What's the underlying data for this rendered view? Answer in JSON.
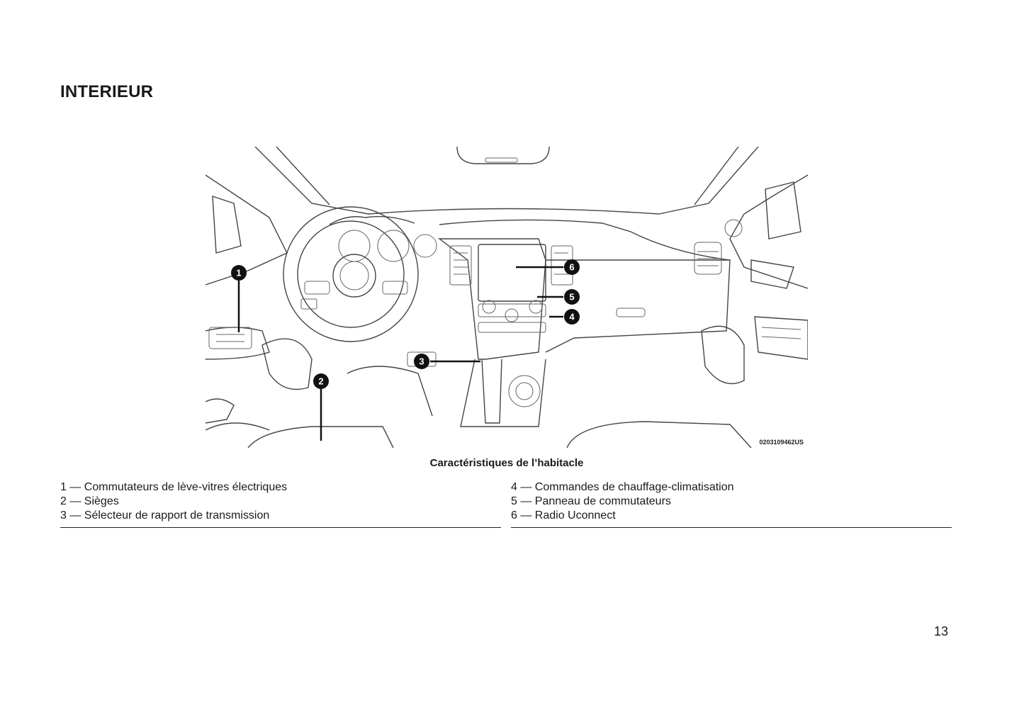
{
  "title": "INTERIEUR",
  "figure": {
    "code": "0203109462US",
    "caption": "Caractéristiques de l’habitacle",
    "callouts": [
      "1",
      "2",
      "3",
      "4",
      "5",
      "6"
    ]
  },
  "legend": {
    "left": [
      "1 — Commutateurs de lève-vitres électriques",
      "2 — Sièges",
      "3 — Sélecteur de rapport de transmission"
    ],
    "right": [
      "4 — Commandes de chauffage-climatisation",
      "5 — Panneau de commutateurs",
      "6 — Radio Uconnect"
    ]
  },
  "page_number": "13"
}
